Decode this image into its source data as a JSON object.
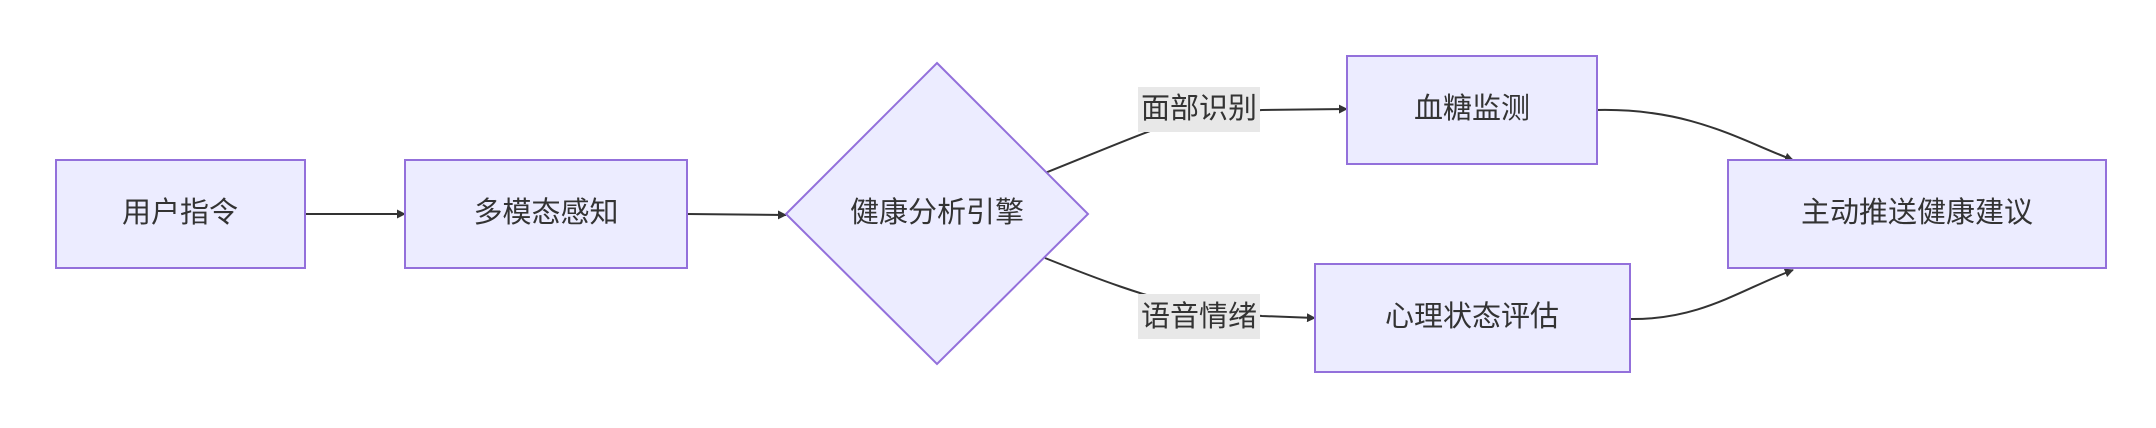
{
  "diagram": {
    "colors": {
      "node_fill": "#ECECFF",
      "node_stroke": "#9370DB",
      "edge": "#333333",
      "edge_label_bg": "#E8E8E8",
      "text": "#333333"
    },
    "nodes": {
      "user_command": "用户指令",
      "multimodal_perception": "多模态感知",
      "health_engine": "健康分析引擎",
      "blood_glucose": "血糖监测",
      "mental_state": "心理状态评估",
      "push_advice": "主动推送健康建议"
    },
    "edges": {
      "face_recognition": "面部识别",
      "voice_emotion": "语音情绪"
    }
  }
}
